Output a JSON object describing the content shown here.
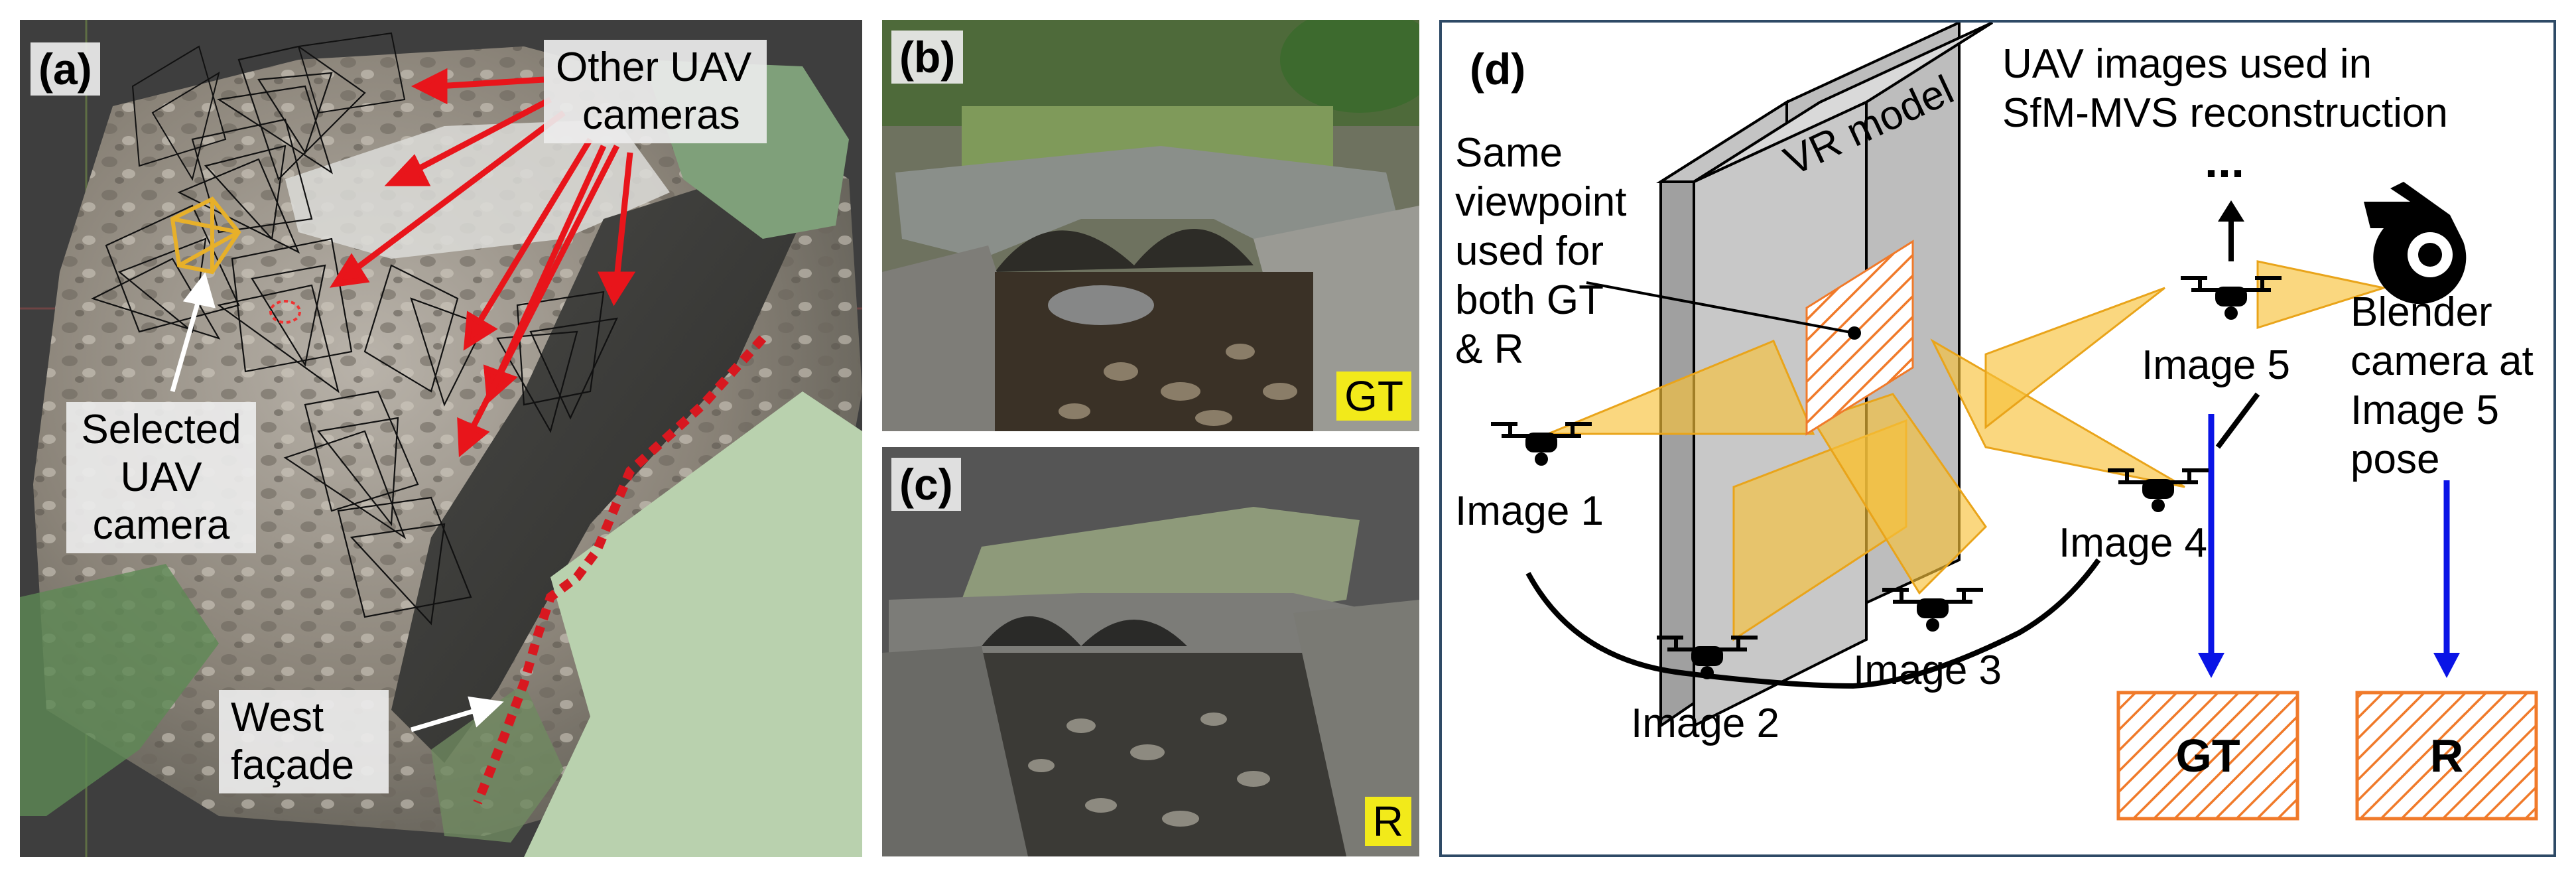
{
  "panel_a": {
    "label": "(a)",
    "other_cameras": [
      "Other UAV",
      "cameras"
    ],
    "selected_camera": [
      "Selected",
      "UAV",
      "camera"
    ],
    "west_facade": [
      "West",
      "façade"
    ]
  },
  "panel_b": {
    "label": "(b)",
    "tag": "GT"
  },
  "panel_c": {
    "label": "(c)",
    "tag": "R"
  },
  "panel_d": {
    "label": "(d)",
    "uav_images": [
      "UAV images used in",
      "SfM-MVS reconstruction"
    ],
    "ellipsis": "...",
    "same_viewpoint": [
      "Same",
      "viewpoint",
      "used for",
      "both GT",
      "& R"
    ],
    "vr_model": "VR model",
    "image1": "Image 1",
    "image2": "Image 2",
    "image3": "Image 3",
    "image4": "Image 4",
    "image5": "Image 5",
    "blender": [
      "Blender",
      "camera at",
      "Image 5",
      "pose"
    ],
    "gt_box": "GT",
    "r_box": "R"
  },
  "colors": {
    "arrow_red": "#e8151b",
    "arrow_blue": "#0a14e6",
    "frustum_yellow": "#f7c23a",
    "hatch_orange": "#f07a2a",
    "facade_dots": "#d81820",
    "panel_border": "#2e4a66"
  },
  "icons": [
    "drone-icon",
    "blender-logo-icon",
    "camera-frustum-icon"
  ]
}
